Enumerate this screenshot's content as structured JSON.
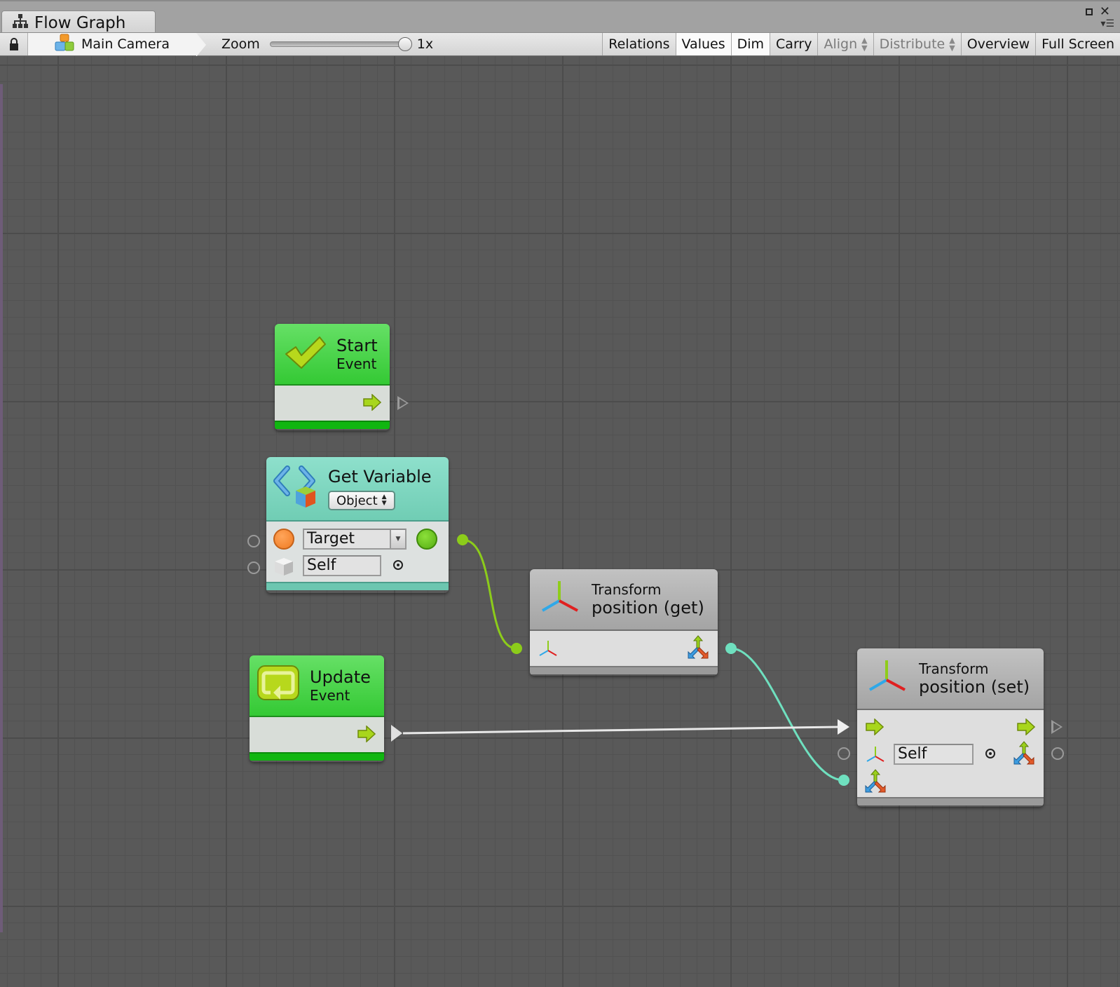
{
  "window": {
    "tab_title": "Flow Graph",
    "tab_icon": "hierarchy-icon",
    "controls": [
      "maximize-icon",
      "close-icon",
      "window-menu-icon"
    ]
  },
  "toolbar": {
    "lock_icon": "lock-icon",
    "breadcrumb": {
      "icon": "gameobject-cube-icon",
      "label": "Main Camera"
    },
    "zoom_label": "Zoom",
    "zoom_value": "1x",
    "buttons": [
      {
        "label": "Relations",
        "state": "normal"
      },
      {
        "label": "Values",
        "state": "on"
      },
      {
        "label": "Dim",
        "state": "on"
      },
      {
        "label": "Carry",
        "state": "normal"
      },
      {
        "label": "Align",
        "state": "disabled",
        "dropdown": true
      },
      {
        "label": "Distribute",
        "state": "disabled",
        "dropdown": true
      },
      {
        "label": "Overview",
        "state": "normal"
      },
      {
        "label": "Full Screen",
        "state": "normal"
      }
    ]
  },
  "nodes": {
    "start_event": {
      "title": "Start",
      "subtitle": "Event",
      "icon": "checkmark-icon",
      "color": "#3fd03f",
      "outputs": [
        "control-output-arrow"
      ]
    },
    "get_variable": {
      "title": "Get Variable",
      "kind_dropdown": "Object",
      "icon": "variable-brackets-icon",
      "color": "#7fd8c2",
      "inputs": [
        {
          "icon": "orange-circle-icon",
          "value": "Target",
          "type": "dropdown"
        },
        {
          "icon": "white-cube-icon",
          "value": "Self",
          "type": "object-field"
        }
      ],
      "outputs": [
        "green-value-output"
      ]
    },
    "transform_get": {
      "title": "Transform",
      "subtitle": "position (get)",
      "icon": "transform-axes-icon",
      "color": "#b4b4b4",
      "inputs": [
        "transform-input"
      ],
      "outputs": [
        "vector3-output"
      ]
    },
    "update_event": {
      "title": "Update",
      "subtitle": "Event",
      "icon": "loop-arrow-icon",
      "color": "#3fd03f",
      "outputs": [
        "control-output-arrow"
      ]
    },
    "transform_set": {
      "title": "Transform",
      "subtitle": "position (set)",
      "icon": "transform-axes-icon",
      "color": "#b4b4b4",
      "inputs": [
        {
          "port": "control-input"
        },
        {
          "port": "transform-input",
          "value": "Self"
        },
        {
          "port": "vector3-input"
        }
      ],
      "outputs": [
        "control-output",
        "vector3-output"
      ]
    }
  },
  "connections": [
    {
      "from": "get_variable.value",
      "to": "transform_get.target",
      "color": "#8ccc1a"
    },
    {
      "from": "transform_get.value",
      "to": "transform_set.value",
      "color": "#6fe0bf"
    },
    {
      "from": "update_event.trigger",
      "to": "transform_set.enter",
      "color": "#e8e8e8"
    }
  ],
  "colors": {
    "canvas": "#595959",
    "toolbar": "#dcdcdc",
    "event_green": "#3fd03f",
    "variable_teal": "#7fd8c2",
    "unit_gray": "#b4b4b4"
  }
}
